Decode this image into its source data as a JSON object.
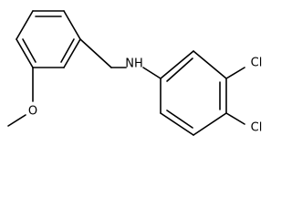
{
  "molecule": {
    "atoms": {
      "nh": "NH",
      "o": "O",
      "cl_top": "Cl",
      "cl_bottom": "Cl"
    }
  }
}
